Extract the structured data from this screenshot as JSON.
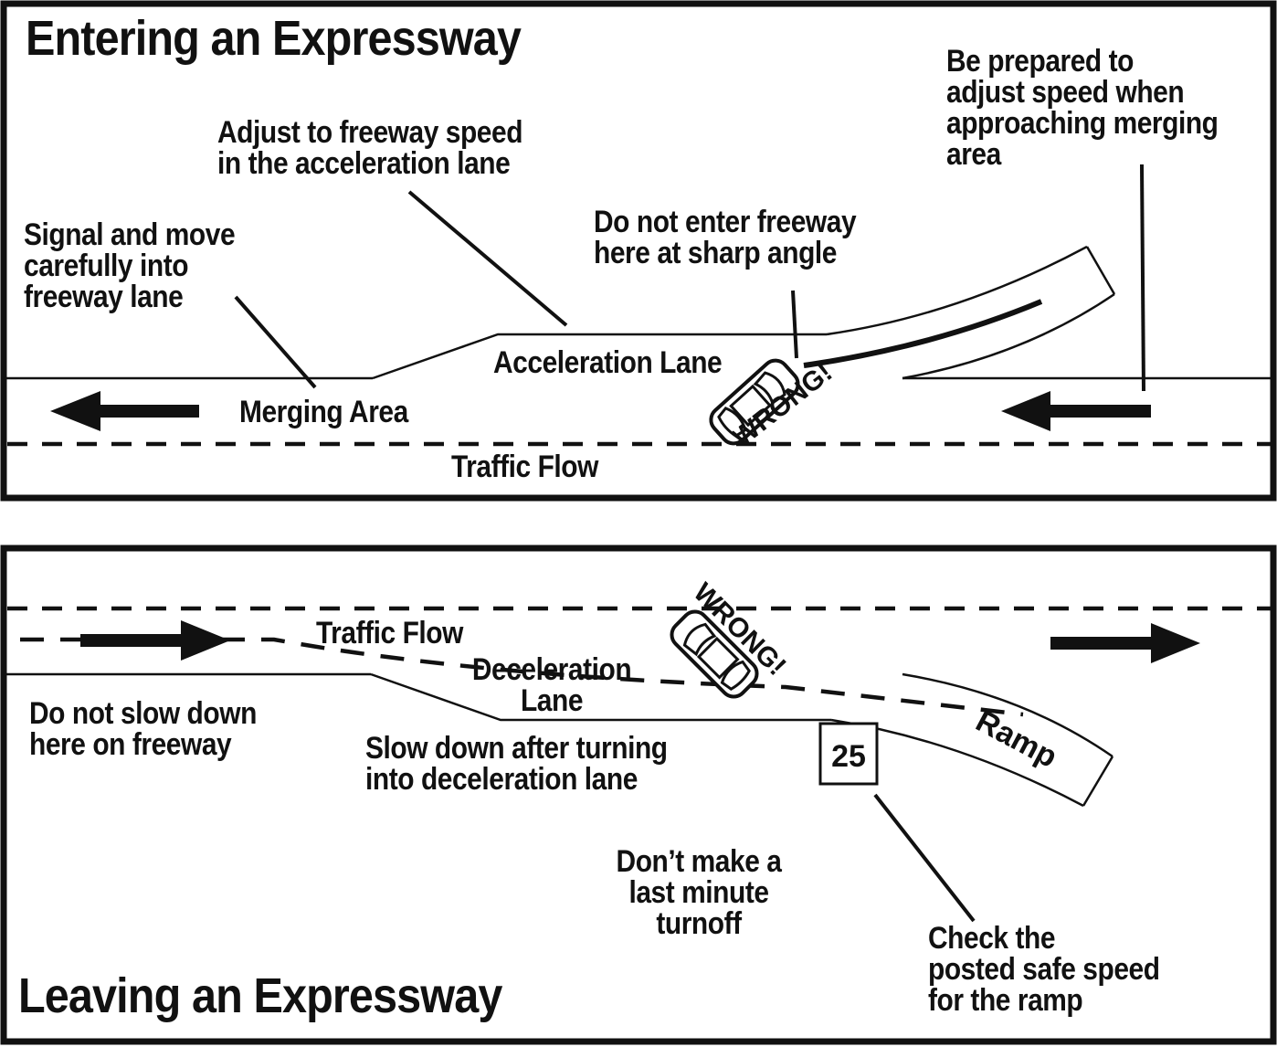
{
  "entering": {
    "title": "Entering an Expressway",
    "labels": {
      "prepare": "Be prepared to\nadjust speed when\napproaching merging\narea",
      "adjust": "Adjust to freeway speed\nin the acceleration lane",
      "signal": "Signal and move\ncarefully into\nfreeway lane",
      "sharp": "Do not enter freeway\nhere at sharp angle",
      "accel_lane": "Acceleration Lane",
      "merging": "Merging Area",
      "traffic": "Traffic Flow",
      "wrong": "WRONG!"
    }
  },
  "leaving": {
    "title": "Leaving an Expressway",
    "labels": {
      "traffic": "Traffic Flow",
      "decel_lane": "Deceleration\nLane",
      "no_slow": "Do not slow down\nhere on freeway",
      "slow_after": "Slow down after turning\ninto deceleration lane",
      "ramp": "Ramp",
      "last_minute": "Don’t make a\nlast minute\nturnoff",
      "check": "Check the\nposted safe speed\nfor the ramp",
      "wrong": "WRONG!",
      "sign": "25"
    }
  },
  "colors": {
    "ink": "#111111",
    "paper": "#ffffff"
  }
}
